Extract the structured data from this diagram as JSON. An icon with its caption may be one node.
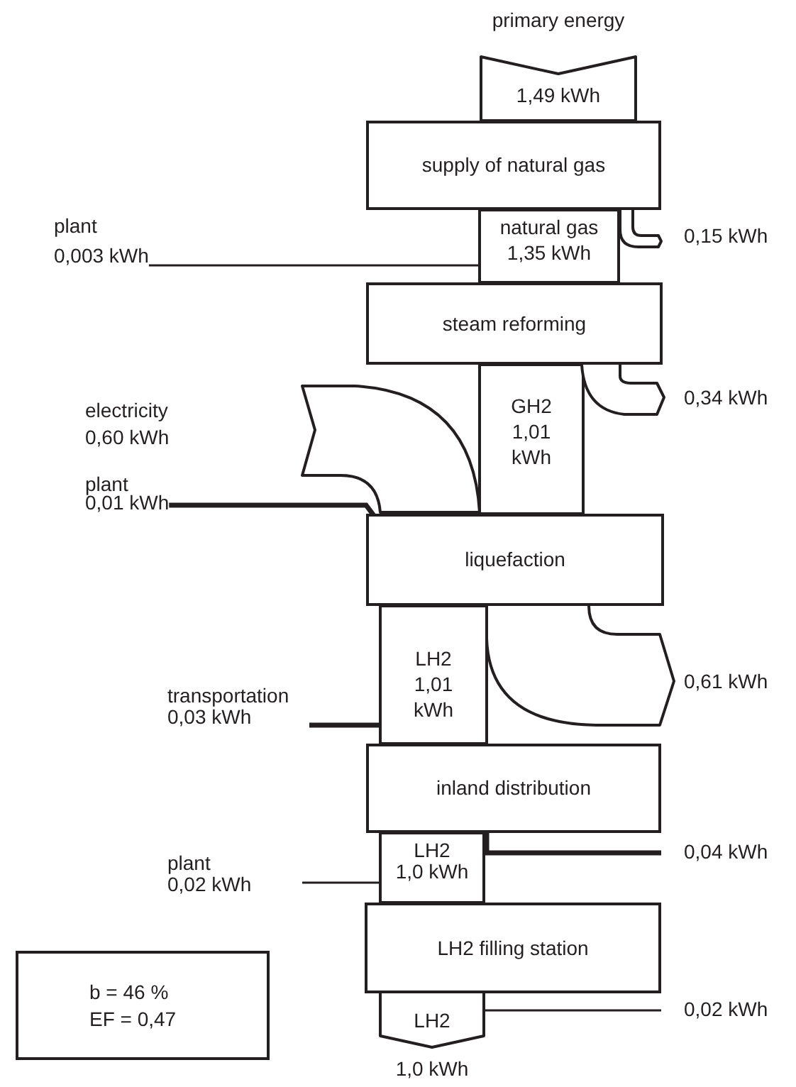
{
  "diagram": {
    "nodes": [
      {
        "text": [
          "1,49 kWh"
        ],
        "beside": [
          "primary energy"
        ]
      },
      {
        "text": [
          "supply of natural gas"
        ]
      },
      {
        "text": [
          "natural gas",
          "1,35 kWh"
        ]
      },
      {
        "text": [
          "0,15 kWh"
        ]
      },
      {
        "text": [
          "plant",
          "0,003 kWh"
        ]
      },
      {
        "text": [
          "steam reforming"
        ]
      },
      {
        "text": [
          "GH2",
          "1,01 kWh"
        ]
      },
      {
        "text": [
          "0,34 kWh"
        ]
      },
      {
        "text": [],
        "shape": "band"
      },
      {
        "text": [
          "plant",
          "0,01 kWh"
        ]
      },
      {
        "text": [
          "liquefaction"
        ]
      },
      {
        "text": [
          "LH2",
          "1,01 kWh"
        ]
      },
      {
        "text": [
          "0,61 kWh"
        ]
      },
      {
        "text": [
          "transportation",
          "0,03 kWh"
        ]
      },
      {
        "text": [
          "inland distribution"
        ]
      },
      {
        "text": [
          "LH2",
          "1,0 kWh"
        ]
      },
      {
        "text": [
          "0,04 kWh"
        ]
      },
      {
        "text": [
          "plant",
          "0,02 kWh"
        ]
      },
      {
        "text": [
          "LH2 filling station"
        ]
      },
      {
        "text": [
          "LH2"
        ],
        "beside": [
          "1,0 kWh"
        ]
      },
      {
        "text": [
          "0,02 kWh"
        ]
      },
      {
        "text": [
          "b = 46 %",
          "EF = 0,47"
        ]
      }
    ],
    "edges": [
      {
        "from": 4,
        "to": 2,
        "arrow": "none"
      },
      {
        "from": 9,
        "to": 10,
        "arrow": "none",
        "style": "thick"
      },
      {
        "from": 13,
        "to": 11,
        "arrow": "none",
        "style": "thick"
      },
      {
        "from": 14,
        "to": 16,
        "arrow": "none",
        "style": "thick"
      },
      {
        "from": 17,
        "to": 15,
        "arrow": "none"
      },
      {
        "from": 19,
        "to": 20,
        "arrow": "none"
      }
    ],
    "labels": [
      "electricity",
      "0,60 kWh"
    ]
  }
}
